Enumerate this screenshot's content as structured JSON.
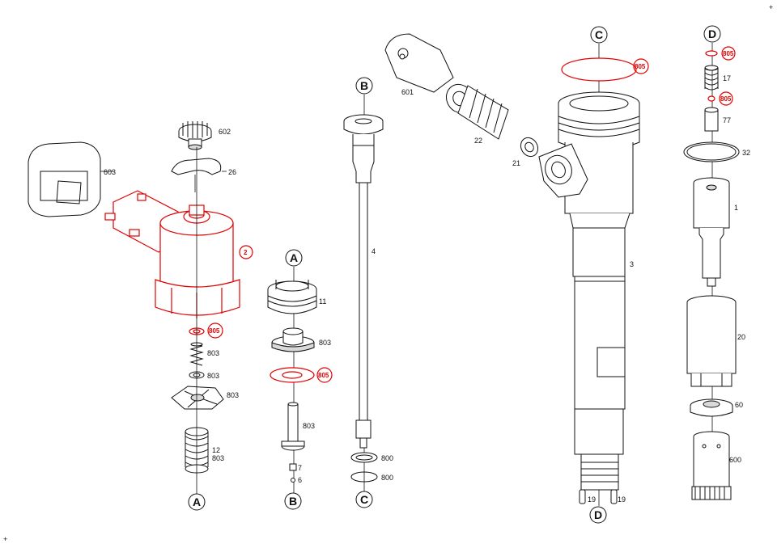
{
  "diagram": {
    "corner_marks": [
      "+",
      "+"
    ],
    "circle_markers": {
      "a_top": "A",
      "a_bottom": "A",
      "b_top": "B",
      "b_bottom": "B",
      "c_top": "C",
      "c_bottom": "C",
      "d_top": "D",
      "d_bottom": "D"
    },
    "part_numbers": {
      "n603": "603",
      "n602": "602",
      "n26": "26",
      "n2": "2",
      "n805_solenoid": "805",
      "n803_a": "803",
      "n803_b": "803",
      "n803_c": "803",
      "n12": "12",
      "n803_d": "803",
      "n11": "11",
      "n803_e": "803",
      "n805_b": "805",
      "n803_f": "803",
      "n7": "7",
      "n6": "6",
      "n4": "4",
      "n800_a": "800",
      "n800_b": "800",
      "n601": "601",
      "n22": "22",
      "n21": "21",
      "n805_c": "805",
      "n3": "3",
      "n19_a": "19",
      "n19_b": "19",
      "n805_d1": "805",
      "n17": "17",
      "n805_d2": "805",
      "n77": "77",
      "n32": "32",
      "n1": "1",
      "n20": "20",
      "n60": "60",
      "n600": "600"
    },
    "colors": {
      "highlight": "#e00000",
      "line": "#111111",
      "shade": "#d9d9d9"
    }
  }
}
